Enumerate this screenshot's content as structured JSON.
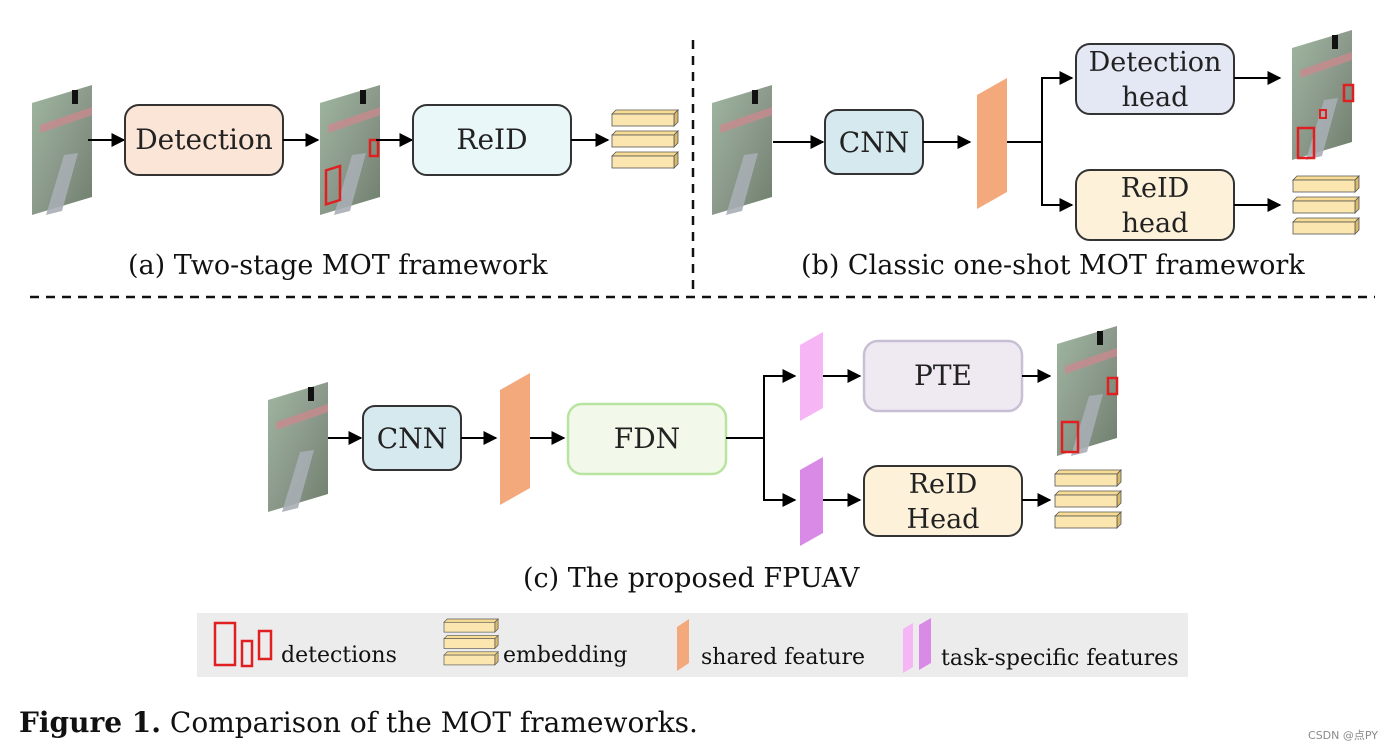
{
  "diagram": {
    "panel_a": {
      "detection_label": "Detection",
      "reid_label": "ReID",
      "caption": "(a) Two-stage MOT framework"
    },
    "panel_b": {
      "cnn_label": "CNN",
      "detection_head_line1": "Detection",
      "detection_head_line2": "head",
      "reid_head_line1": "ReID",
      "reid_head_line2": "head",
      "caption": "(b) Classic one-shot MOT framework"
    },
    "panel_c": {
      "cnn_label": "CNN",
      "fdn_label": "FDN",
      "pte_label": "PTE",
      "reid_head_line1": "ReID",
      "reid_head_line2": "Head",
      "caption": "(c) The proposed FPUAV"
    },
    "legend": {
      "detections": "detections",
      "embedding": "embedding",
      "shared_feature": "shared feature",
      "task_specific_features": "task-specific features"
    },
    "figure_caption": {
      "label": "Figure 1.",
      "text": "Comparison of the MOT frameworks."
    },
    "watermark": "CSDN @点PY"
  },
  "colors": {
    "detection_box": "#fbe5d6",
    "reid_box": "#eaf7f9",
    "cnn_box": "#d6e9ef",
    "detection_head_box": "#e4e8f4",
    "reid_head_box": "#fdf2d9",
    "fdn_box": "#f2f9ea",
    "fdn_border": "#b9e3a0",
    "pte_box": "#efeaf2",
    "shared_feature": "#f4a97c",
    "task_feature_light": "#f6b6f6",
    "task_feature_dark": "#d98ae6",
    "detection_marker": "#e02020",
    "embedding_fill": "#fbe6b0"
  }
}
